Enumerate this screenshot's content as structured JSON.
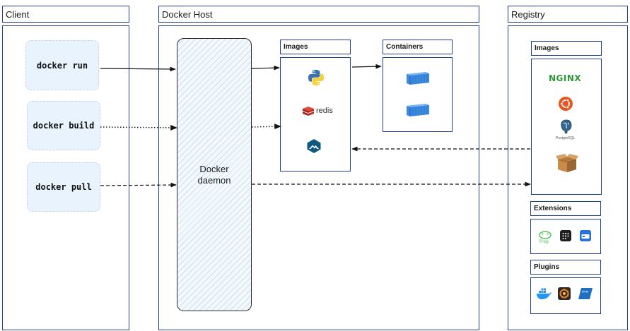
{
  "client": {
    "title": "Client",
    "commands": [
      "docker run",
      "docker build",
      "docker pull"
    ]
  },
  "docker_host": {
    "title": "Docker Host",
    "daemon": {
      "line1": "Docker",
      "line2": "daemon"
    },
    "images": {
      "title": "Images",
      "items": [
        "python-icon",
        "redis-icon",
        "alpine-icon"
      ],
      "redis_label": "redis"
    },
    "containers": {
      "title": "Containers",
      "items": [
        "container-icon",
        "container-icon"
      ]
    }
  },
  "registry": {
    "title": "Registry",
    "images": {
      "title": "Images",
      "items": [
        "nginx-icon",
        "ubuntu-icon",
        "postgresql-icon",
        "box-icon"
      ],
      "nginx_label": "NGINX",
      "postgres_label": "PostgreSQL"
    },
    "extensions": {
      "title": "Extensions",
      "items": [
        "jfrog-icon",
        "grid-app-icon",
        "drive-icon"
      ]
    },
    "plugins": {
      "title": "Plugins",
      "items": [
        "docker-whale-icon",
        "grafana-icon",
        "vmware-icon"
      ]
    }
  },
  "colors": {
    "frame": "#1f3f95",
    "command_fill": "#e9f3fd",
    "container_blue": "#3b8ae0",
    "nginx_green": "#2e9a3b",
    "ubuntu_orange": "#e95420",
    "redis_red": "#d82c20"
  }
}
